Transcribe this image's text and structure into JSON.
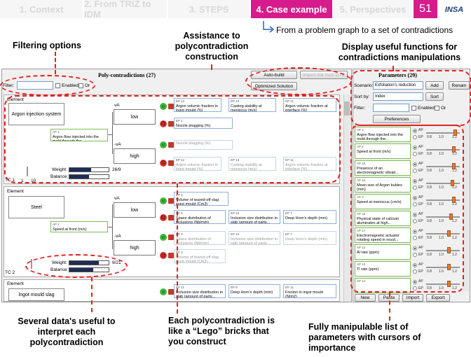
{
  "nav": {
    "tabs": [
      {
        "label": "1. Context"
      },
      {
        "label": "2. From TRIZ to IDM"
      },
      {
        "label": "3. STEPS"
      },
      {
        "label": "4. Case example"
      },
      {
        "label": "5. Perspectives"
      }
    ],
    "page_number": "51",
    "logo": "INSA"
  },
  "subtitle": "From a problem graph to a set of contradictions",
  "annotations": {
    "filtering": "Filtering options",
    "assistance": "Assistance to polycontradiction construction",
    "display": "Display useful functions for contradictions manipulations",
    "several": "Several data's useful to interpret each polycontradiction",
    "lego": "Each polycontradiction is like a “Lego” bricks that you construct",
    "fully": "Fully manipulable list of parameters with cursors of importance"
  },
  "main": {
    "title": "Poly-contradictions (27)",
    "filter_label": "Filter:",
    "enabled_label": "Enabled",
    "or_label": "Or",
    "autobuild": "Auto-build",
    "import_link": "Import link from DTC",
    "optimized": "Optimized Solution",
    "element_label": "Element",
    "tc1": {
      "element": "Argon injection system",
      "ap_id": "AP 1",
      "ap_text": "Argon flow injected into the mold through the...",
      "va": "vA",
      "low": "low",
      "nva": "-vA",
      "high": "high",
      "ep1_id": "EP 1",
      "ep1": "Nozzle plugging (%)",
      "ep2": "Nozzle plugging (%)",
      "top_ep": [
        {
          "id": "EP 12",
          "text": "Argon volumic fraction in ingot mould (%)"
        },
        {
          "id": "EP 13",
          "text": "Casting stability at meniscus (m/s)"
        },
        {
          "id": "EP 11",
          "text": "Argon volumic fraction at interface (%)"
        }
      ],
      "bot_ep": [
        {
          "id": "EP 12",
          "text": "Argon volumic fraction in ingot mould (%)"
        },
        {
          "id": "EP 13",
          "text": "Casting stability at meniscus (m/s)"
        },
        {
          "id": "EP 11",
          "text": "Argon volumic fraction at interface (%)"
        }
      ],
      "weight_label": "Weight:",
      "weight_value": "26/9",
      "balance_label": "Balance:",
      "tc_label": "TC 1",
      "scale_min": "1",
      "scale_max": "10",
      "weight_fill": 0.55,
      "balance_fill": 0.5
    },
    "tc2": {
      "element": "Steel",
      "ap_id": "AP 2",
      "ap_text": "Speed at front (m/s)",
      "va": "vA",
      "low": "low",
      "nva": "-vA",
      "high": "high",
      "ep_top1_id": "EP 4",
      "ep_top1": "Volume of teared-off slag ingot mould (Cm3)",
      "ep_top2_id": "EP 5",
      "ep_top2": "Space distribution of inclusions (Nb/mm)",
      "mid_a": {
        "id": "EP 10",
        "text": "Inclusion size distribution in slab (amount of parts..."
      },
      "mid_b": {
        "id": "EP 7",
        "text": "Deep Horn's depth (mm)"
      },
      "bot_1_id": "EP 4",
      "bot_1": "Space distribution of inclusions (Nb/mm)",
      "bot_2": {
        "id": "EP 10",
        "text": "Inclusion size distribution in slab (amount of parts..."
      },
      "bot_3": {
        "id": "EP 7",
        "text": "Deep Horn's depth (mm)"
      },
      "bot_4_id": "EP 3",
      "bot_4": "Volume of teared-off slag ingot mould (Cm3)",
      "weight_label": "Weight:",
      "weight_value": "9/21",
      "balance_label": "Balance:",
      "tc_label": "TC 2",
      "weight_fill": 0.75,
      "balance_fill": 0.6
    },
    "tc3": {
      "element": "Ingot mould slag",
      "row": [
        {
          "id": "EP 11",
          "text": "Inclusion size distribution in slab (amount of parts..."
        },
        {
          "id": "EP 9",
          "text": "Deep Horn's depth (mm)"
        },
        {
          "id": "EP 11",
          "text": "Friction in ingot mould (N/m2)"
        }
      ]
    }
  },
  "params": {
    "title": "Parameters (29)",
    "scenario_label": "Scenario:",
    "scenario_value": "Exfoliation's reduction",
    "add": "Add",
    "rename": "Renam",
    "sort_label": "Sort by:",
    "sort_value": "Index",
    "sort_btn": "Sort",
    "filter_label": "Filter:",
    "enabled_label": "Enabled",
    "or_label": "Or",
    "preferences": "Preferences",
    "ap": "AP",
    "ep": "EP",
    "ticks": [
      "0.8",
      "1.0",
      "1.2"
    ],
    "items": [
      {
        "id": "AP 1",
        "text": "Argon flow injected into the mold through the...",
        "level": 0.9
      },
      {
        "id": "AP 2",
        "text": "Speed at front (m/s)",
        "level": 0.85
      },
      {
        "id": "AP 15",
        "text": "Presence of an electromagnetic vibrati...",
        "level": 0.85
      },
      {
        "id": "AP 16",
        "text": "Mean size of Argon bubles (mm)",
        "level": 0.8
      },
      {
        "id": "AP 3",
        "text": "Speed at meniscus (cm/s)",
        "level": 0.85
      },
      {
        "id": "AP 16",
        "text": "Physical state of calcium aluminates at high...",
        "level": 0.75
      },
      {
        "id": "AP 17",
        "text": "Electromagnetic actuator rotating speed in nozzl...",
        "level": 0.7
      },
      {
        "id": "AP 12",
        "text": "Al rate (ppm)",
        "level": 0.7
      },
      {
        "id": "AP 13",
        "text": "Ti rate (ppm)",
        "level": 0.7
      },
      {
        "id": "AP 14",
        "text": "",
        "level": 0.7
      }
    ],
    "new": "New",
    "paste": "Paste",
    "import": "Import",
    "export": "Export"
  }
}
